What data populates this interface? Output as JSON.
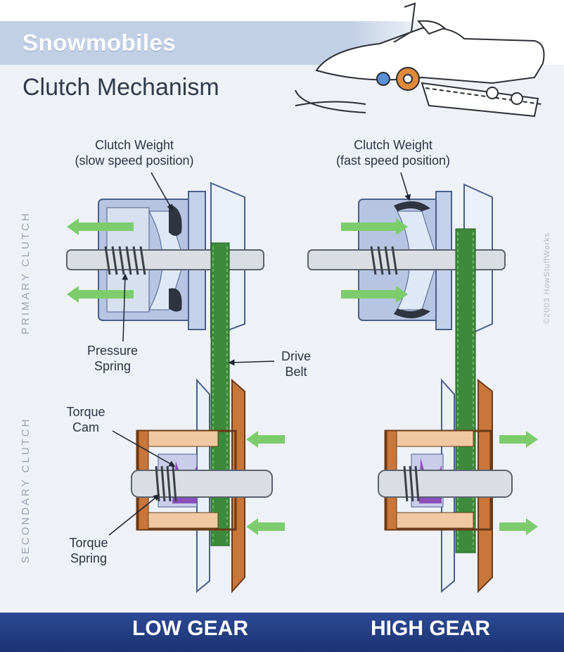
{
  "header": {
    "brand": "Snowmobiles",
    "title": "Clutch Mechanism"
  },
  "side_labels": {
    "primary": "PRIMARY CLUTCH",
    "secondary": "SECONDARY CLUTCH"
  },
  "callouts": {
    "clutch_weight_low": [
      "Clutch Weight",
      "(slow speed position)"
    ],
    "clutch_weight_high": [
      "Clutch Weight",
      "(fast speed position)"
    ],
    "pressure_spring": [
      "Pressure",
      "Spring"
    ],
    "drive_belt": [
      "Drive",
      "Belt"
    ],
    "torque_cam": [
      "Torque",
      "Cam"
    ],
    "torque_spring": [
      "Torque",
      "Spring"
    ]
  },
  "copyright": "©2003 HowStuffWorks",
  "gears": {
    "low": "LOW GEAR",
    "high": "HIGH GEAR"
  },
  "colors": {
    "belt": "#3d8a3a",
    "arrow": "#7ccc6c",
    "primary_body": "#b6c6e2",
    "secondary_body": "#c8763a",
    "cam": "#8a4fb8",
    "footer": "#233c82"
  }
}
